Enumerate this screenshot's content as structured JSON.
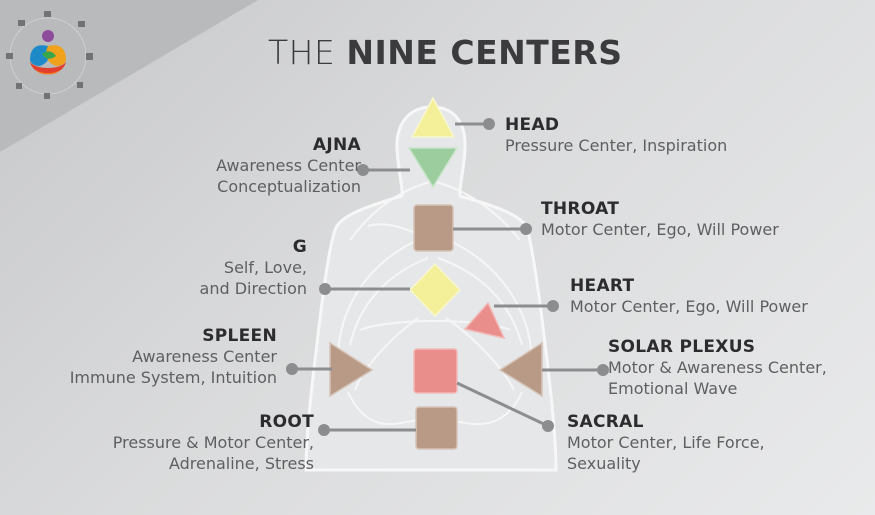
{
  "title": {
    "light": "THE",
    "bold": "NINE CENTERS"
  },
  "logo": {
    "icon": "human-design-bodygraph-logo"
  },
  "centers": {
    "head": {
      "name": "HEAD",
      "line1": "Pressure Center, Inspiration",
      "color": "#f3f099"
    },
    "ajna": {
      "name": "AJNA",
      "line1": "Awareness Center",
      "line2": "Conceptualization",
      "color": "#9ccd9e"
    },
    "throat": {
      "name": "THROAT",
      "line1": "Motor Center, Ego, Will Power",
      "color": "#b99a86"
    },
    "g": {
      "name": "G",
      "line1": "Self, Love,",
      "line2": "and Direction",
      "color": "#f3f099"
    },
    "heart": {
      "name": "HEART",
      "line1": "Motor Center, Ego, Will Power",
      "color": "#ea8e8c"
    },
    "spleen": {
      "name": "SPLEEN",
      "line1": "Awareness Center",
      "line2": "Immune System, Intuition",
      "color": "#b99a86"
    },
    "solar_plexus": {
      "name": "SOLAR PLEXUS",
      "line1": "Motor & Awareness Center,",
      "line2": "Emotional Wave",
      "color": "#b99a86"
    },
    "root": {
      "name": "ROOT",
      "line1": "Pressure & Motor Center,",
      "line2": "Adrenaline, Stress",
      "color": "#b99a86"
    },
    "sacral": {
      "name": "SACRAL",
      "line1": "Motor Center, Life Force,",
      "line2": "Sexuality",
      "color": "#ea8e8c"
    }
  }
}
